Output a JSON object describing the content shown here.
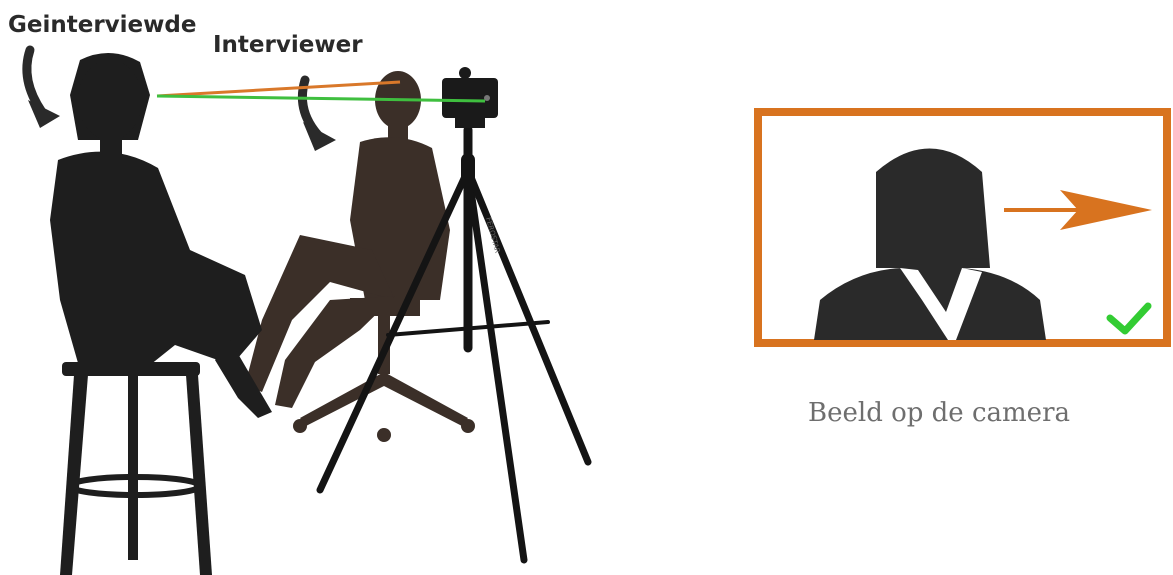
{
  "labels": {
    "interviewee": "Geinterviewde",
    "interviewer": "Interviewer",
    "caption": "Beeld op de camera"
  },
  "camera_brand": "FEROSTAR",
  "colors": {
    "interviewee": "#1e1e1e",
    "interviewer": "#3b2f28",
    "gaze_line": "#3fbf3f",
    "interviewer_line": "#d9782a",
    "frame": "#d8731f",
    "check": "#33cc33",
    "caption_text": "#6e6e6e"
  },
  "icons": [
    "curved-arrow-icon",
    "curved-arrow-icon",
    "arrow-right-icon",
    "checkmark-icon"
  ]
}
